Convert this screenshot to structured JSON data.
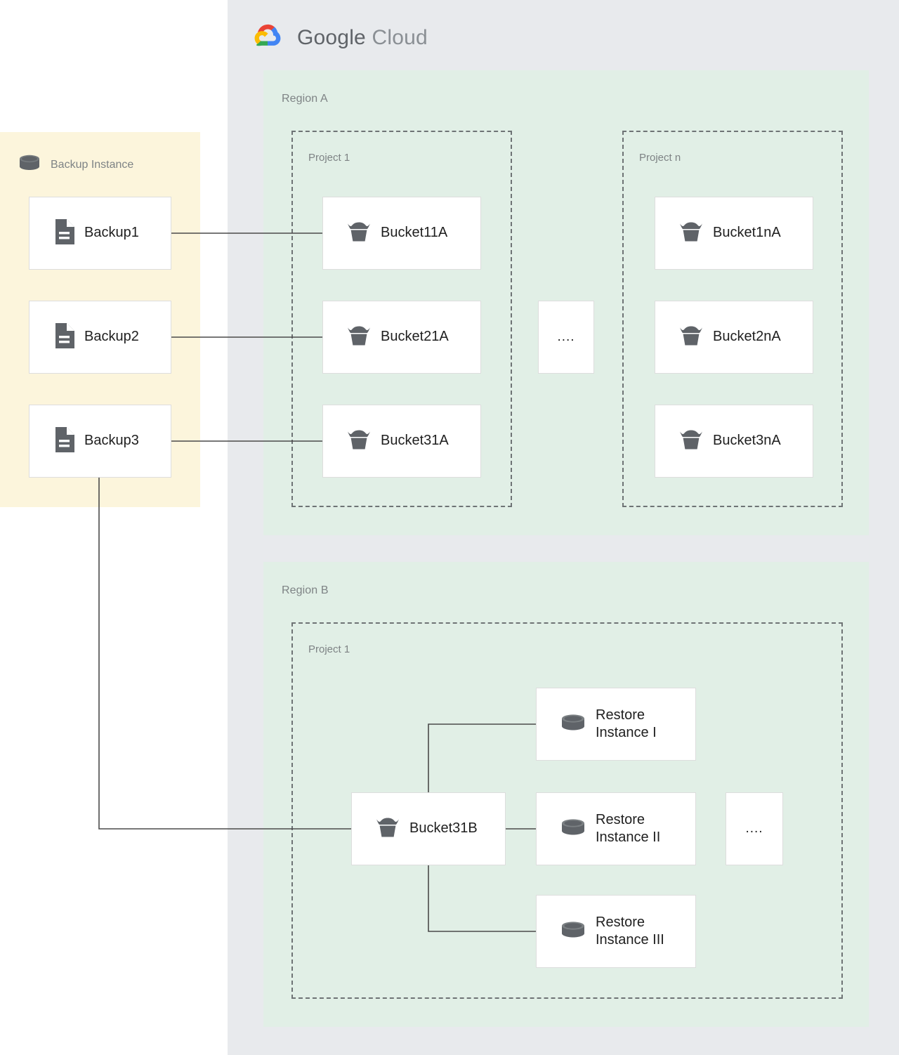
{
  "header": {
    "logo_icon": "google-cloud-logo-icon",
    "word1": "Google",
    "word2": "Cloud"
  },
  "backup_instance": {
    "icon": "database-cylinder-icon",
    "title": "Backup Instance",
    "bg_color": "#FCF5DC",
    "items": [
      {
        "label": "Backup1",
        "icon": "document-icon"
      },
      {
        "label": "Backup2",
        "icon": "document-icon"
      },
      {
        "label": "Backup3",
        "icon": "document-icon"
      }
    ]
  },
  "regions": [
    {
      "label": "Region A",
      "bg_color": "#E1EFE6",
      "projects": [
        {
          "label": "Project 1",
          "items": [
            {
              "label": "Bucket11A",
              "icon": "bucket-icon"
            },
            {
              "label": "Bucket21A",
              "icon": "bucket-icon"
            },
            {
              "label": "Bucket31A",
              "icon": "bucket-icon"
            }
          ]
        },
        {
          "label": "Project n",
          "items": [
            {
              "label": "Bucket1nA",
              "icon": "bucket-icon"
            },
            {
              "label": "Bucket2nA",
              "icon": "bucket-icon"
            },
            {
              "label": "Bucket3nA",
              "icon": "bucket-icon"
            }
          ]
        }
      ],
      "ellipsis": "...."
    },
    {
      "label": "Region B",
      "bg_color": "#E1EFE6",
      "projects": [
        {
          "label": "Project 1",
          "bucket": {
            "label": "Bucket31B",
            "icon": "bucket-icon"
          },
          "items": [
            {
              "label": "Restore\nInstance I",
              "icon": "database-cylinder-icon"
            },
            {
              "label": "Restore\nInstance II",
              "icon": "database-cylinder-icon"
            },
            {
              "label": "Restore\nInstance III",
              "icon": "database-cylinder-icon"
            }
          ]
        }
      ],
      "ellipsis": "...."
    }
  ],
  "colors": {
    "panel_gray": "#E8EAED",
    "region_green": "#E1EFE6",
    "backup_yellow": "#FCF5DC",
    "icon_gray": "#5F6368",
    "connector": "#4A4A4A",
    "logo_red": "#EA4335",
    "logo_blue": "#4285F4",
    "logo_yellow": "#FBBC05",
    "logo_green": "#34A853"
  }
}
